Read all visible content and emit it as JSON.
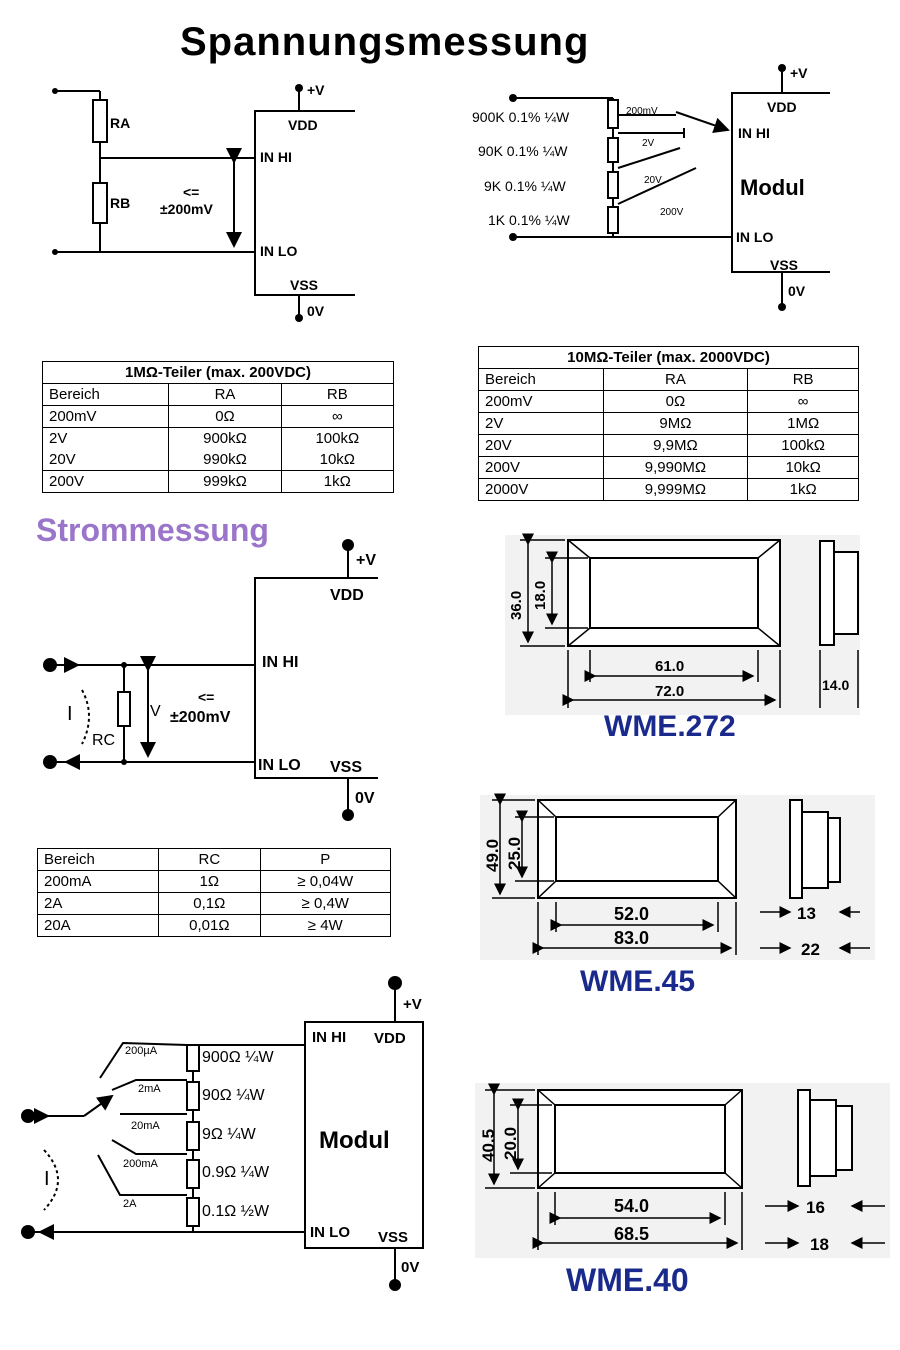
{
  "headings": {
    "voltage": "Spannungsmessung",
    "current": "Strommessung"
  },
  "colors": {
    "current_heading": "#9b75c9",
    "model_labels": "#1a2a8c"
  },
  "circuit1": {
    "ra": "RA",
    "rb": "RB",
    "vplus": "+V",
    "vdd": "VDD",
    "in_hi": "IN HI",
    "in_lo": "IN LO",
    "vss": "VSS",
    "zero_v": "0V",
    "le": "<=",
    "range": "±200mV"
  },
  "circuit2": {
    "resistors": [
      "900K 0.1% ¼W",
      "90K 0.1% ¼W",
      "9K 0.1% ¼W",
      "1K 0.1% ¼W"
    ],
    "switch_positions": [
      "200mV",
      "2V",
      "20V",
      "200V"
    ],
    "vplus": "+V",
    "vdd": "VDD",
    "in_hi": "IN HI",
    "modul": "Modul",
    "in_lo": "IN LO",
    "vss": "VSS",
    "zero_v": "0V"
  },
  "table1": {
    "title": "1MΩ-Teiler (max. 200VDC)",
    "headers": [
      "Bereich",
      "RA",
      "RB"
    ],
    "rows": [
      [
        "200mV",
        "0Ω",
        "∞"
      ],
      [
        "2V",
        "900kΩ",
        "100kΩ"
      ],
      [
        "20V",
        "990kΩ",
        "10kΩ"
      ],
      [
        "200V",
        "999kΩ",
        "1kΩ"
      ]
    ]
  },
  "table2": {
    "title": "10MΩ-Teiler (max. 2000VDC)",
    "headers": [
      "Bereich",
      "RA",
      "RB"
    ],
    "rows": [
      [
        "200mV",
        "0Ω",
        "∞"
      ],
      [
        "2V",
        "9MΩ",
        "1MΩ"
      ],
      [
        "20V",
        "9,9MΩ",
        "100kΩ"
      ],
      [
        "200V",
        "9,990MΩ",
        "10kΩ"
      ],
      [
        "2000V",
        "9,999MΩ",
        "1kΩ"
      ]
    ]
  },
  "circuit3": {
    "vplus": "+V",
    "vdd": "VDD",
    "in_hi": "IN HI",
    "le": "<=",
    "range": "±200mV",
    "in_lo": "IN LO",
    "vss": "VSS",
    "zero_v": "0V",
    "current": "I",
    "rc": "RC",
    "v": "V"
  },
  "table3": {
    "headers": [
      "Bereich",
      "RC",
      "P"
    ],
    "rows": [
      [
        "200mA",
        "1Ω",
        "≥ 0,04W"
      ],
      [
        "2A",
        "0,1Ω",
        "≥ 0,4W"
      ],
      [
        "20A",
        "0,01Ω",
        "≥ 4W"
      ]
    ]
  },
  "circuit4": {
    "switch_positions": [
      "200µA",
      "2mA",
      "20mA",
      "200mA",
      "2A"
    ],
    "resistors": [
      "900Ω ¼W",
      "90Ω ¼W",
      "9Ω ¼W",
      "0.9Ω ¼W",
      "0.1Ω ½W"
    ],
    "in_hi": "IN HI",
    "vdd": "VDD",
    "vplus": "+V",
    "modul": "Modul",
    "in_lo": "IN LO",
    "vss": "VSS",
    "zero_v": "0V",
    "current": "I"
  },
  "models": [
    {
      "name": "WME.272",
      "height": "36.0",
      "window_height": "18.0",
      "window_width": "61.0",
      "width": "72.0",
      "depth": "14.0"
    },
    {
      "name": "WME.45",
      "height": "49.0",
      "window_height": "25.0",
      "window_width": "52.0",
      "width": "83.0",
      "depth_a": "13",
      "depth_b": "22"
    },
    {
      "name": "WME.40",
      "height": "40.5",
      "window_height": "20.0",
      "window_width": "54.0",
      "width": "68.5",
      "depth_a": "16",
      "depth_b": "18"
    }
  ]
}
